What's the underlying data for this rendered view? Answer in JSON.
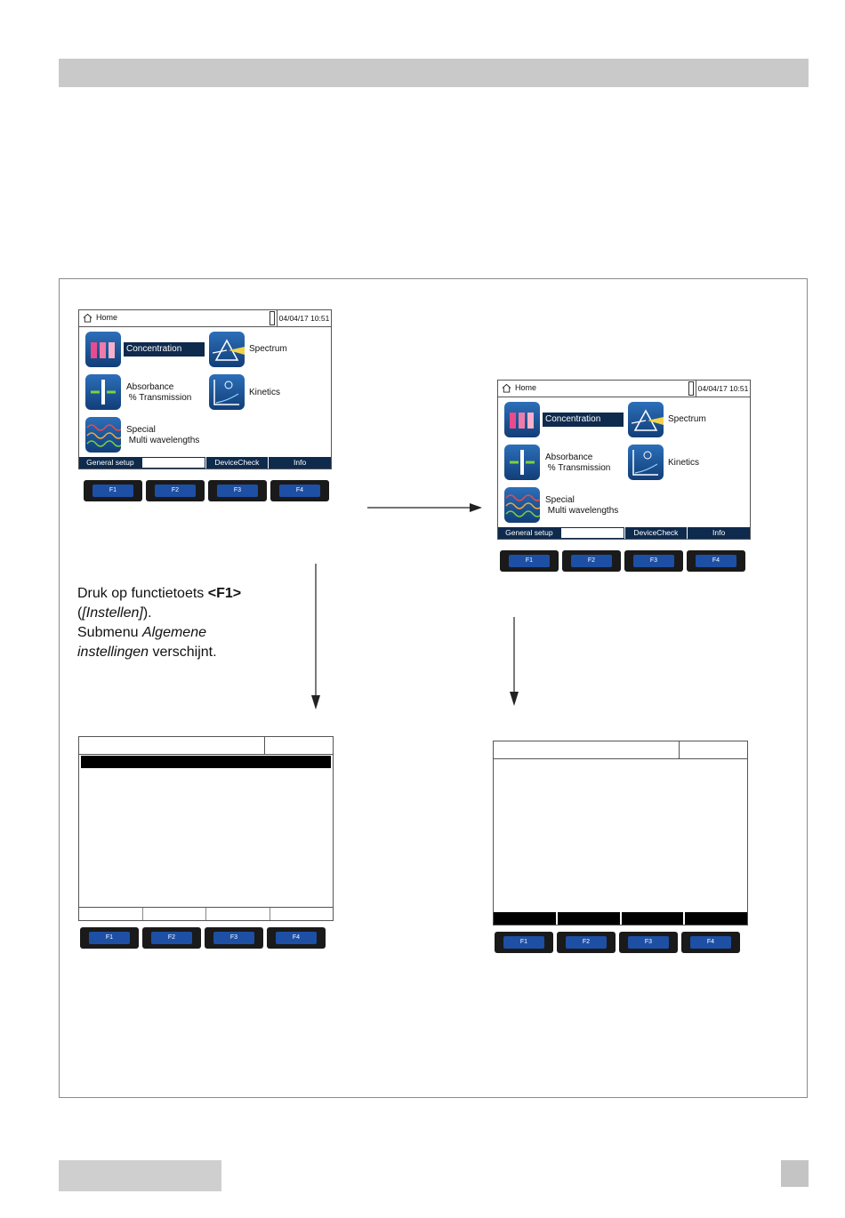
{
  "home_screen": {
    "title": "Home",
    "datetime": "04/04/17 10:51",
    "tiles": {
      "concentration": "Concentration",
      "spectrum": "Spectrum",
      "absorbance": "Absorbance\n % Transmission",
      "kinetics": "Kinetics",
      "special": "Special\n Multi wavelengths"
    },
    "softkeys": [
      "General setup",
      "",
      "DeviceCheck",
      "Info"
    ]
  },
  "function_keys": [
    "F1",
    "F2",
    "F3",
    "F4"
  ],
  "instruction": {
    "line1_plain": "Druk op functietoets ",
    "line1_bold": "<F1>",
    "line2_prefix": "(",
    "line2_italic": "[Instellen]",
    "line2_suffix": ").",
    "line3_plain": "Submenu ",
    "line3_italic": "Algemene",
    "line4_italic": "instellingen",
    "line4_plain": " verschijnt."
  },
  "colors": {
    "screen_navy": "#0e2a4d",
    "key_blue": "#1d4fa5",
    "header_gray": "#c9c9c9"
  }
}
